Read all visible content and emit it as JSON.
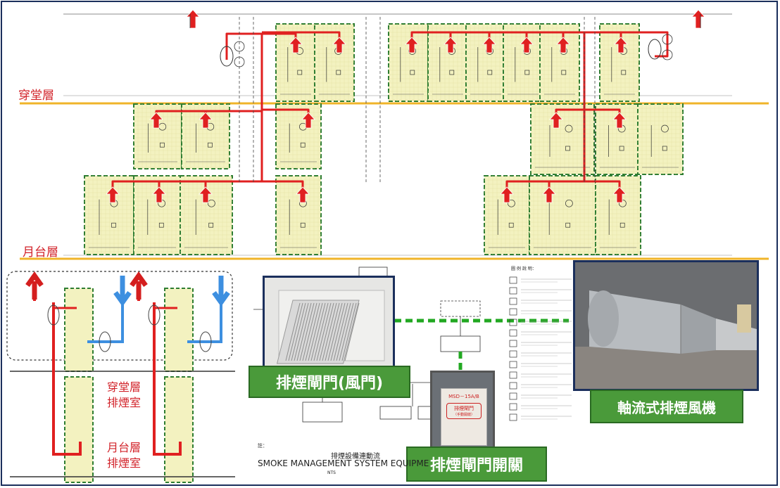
{
  "diagram": {
    "floor_concourse": "穿堂層",
    "floor_platform": "月台層",
    "room_concourse_line1": "穿堂層",
    "room_concourse_line2": "排煙室",
    "room_platform_line1": "月台層",
    "room_platform_line2": "排煙室",
    "label_damper": "排煙閘門(風門)",
    "label_damper_switch": "排煙閘門開關",
    "label_fan": "軸流式排煙風機",
    "device_model": "MSD－15A/B",
    "device_plate": "排煙閘門",
    "device_plate_sub": "（手動開啟）",
    "title_en": "SMOKE MANAGEMENT SYSTEM EQUIPME",
    "title_zh": "排煙設備連動流",
    "title_nts": "NTS",
    "legend_heading": "圖 例 說 明：",
    "colors": {
      "frame": "#1b2f5c",
      "zone_fill": "#f3f2c0",
      "zone_border": "#2e7d32",
      "floor_line": "#f0b429",
      "exhaust_red": "#e02020",
      "supply_blue": "#3d8fe0",
      "label_box": "#4a9a3a",
      "floor_text": "#d2232a"
    }
  }
}
